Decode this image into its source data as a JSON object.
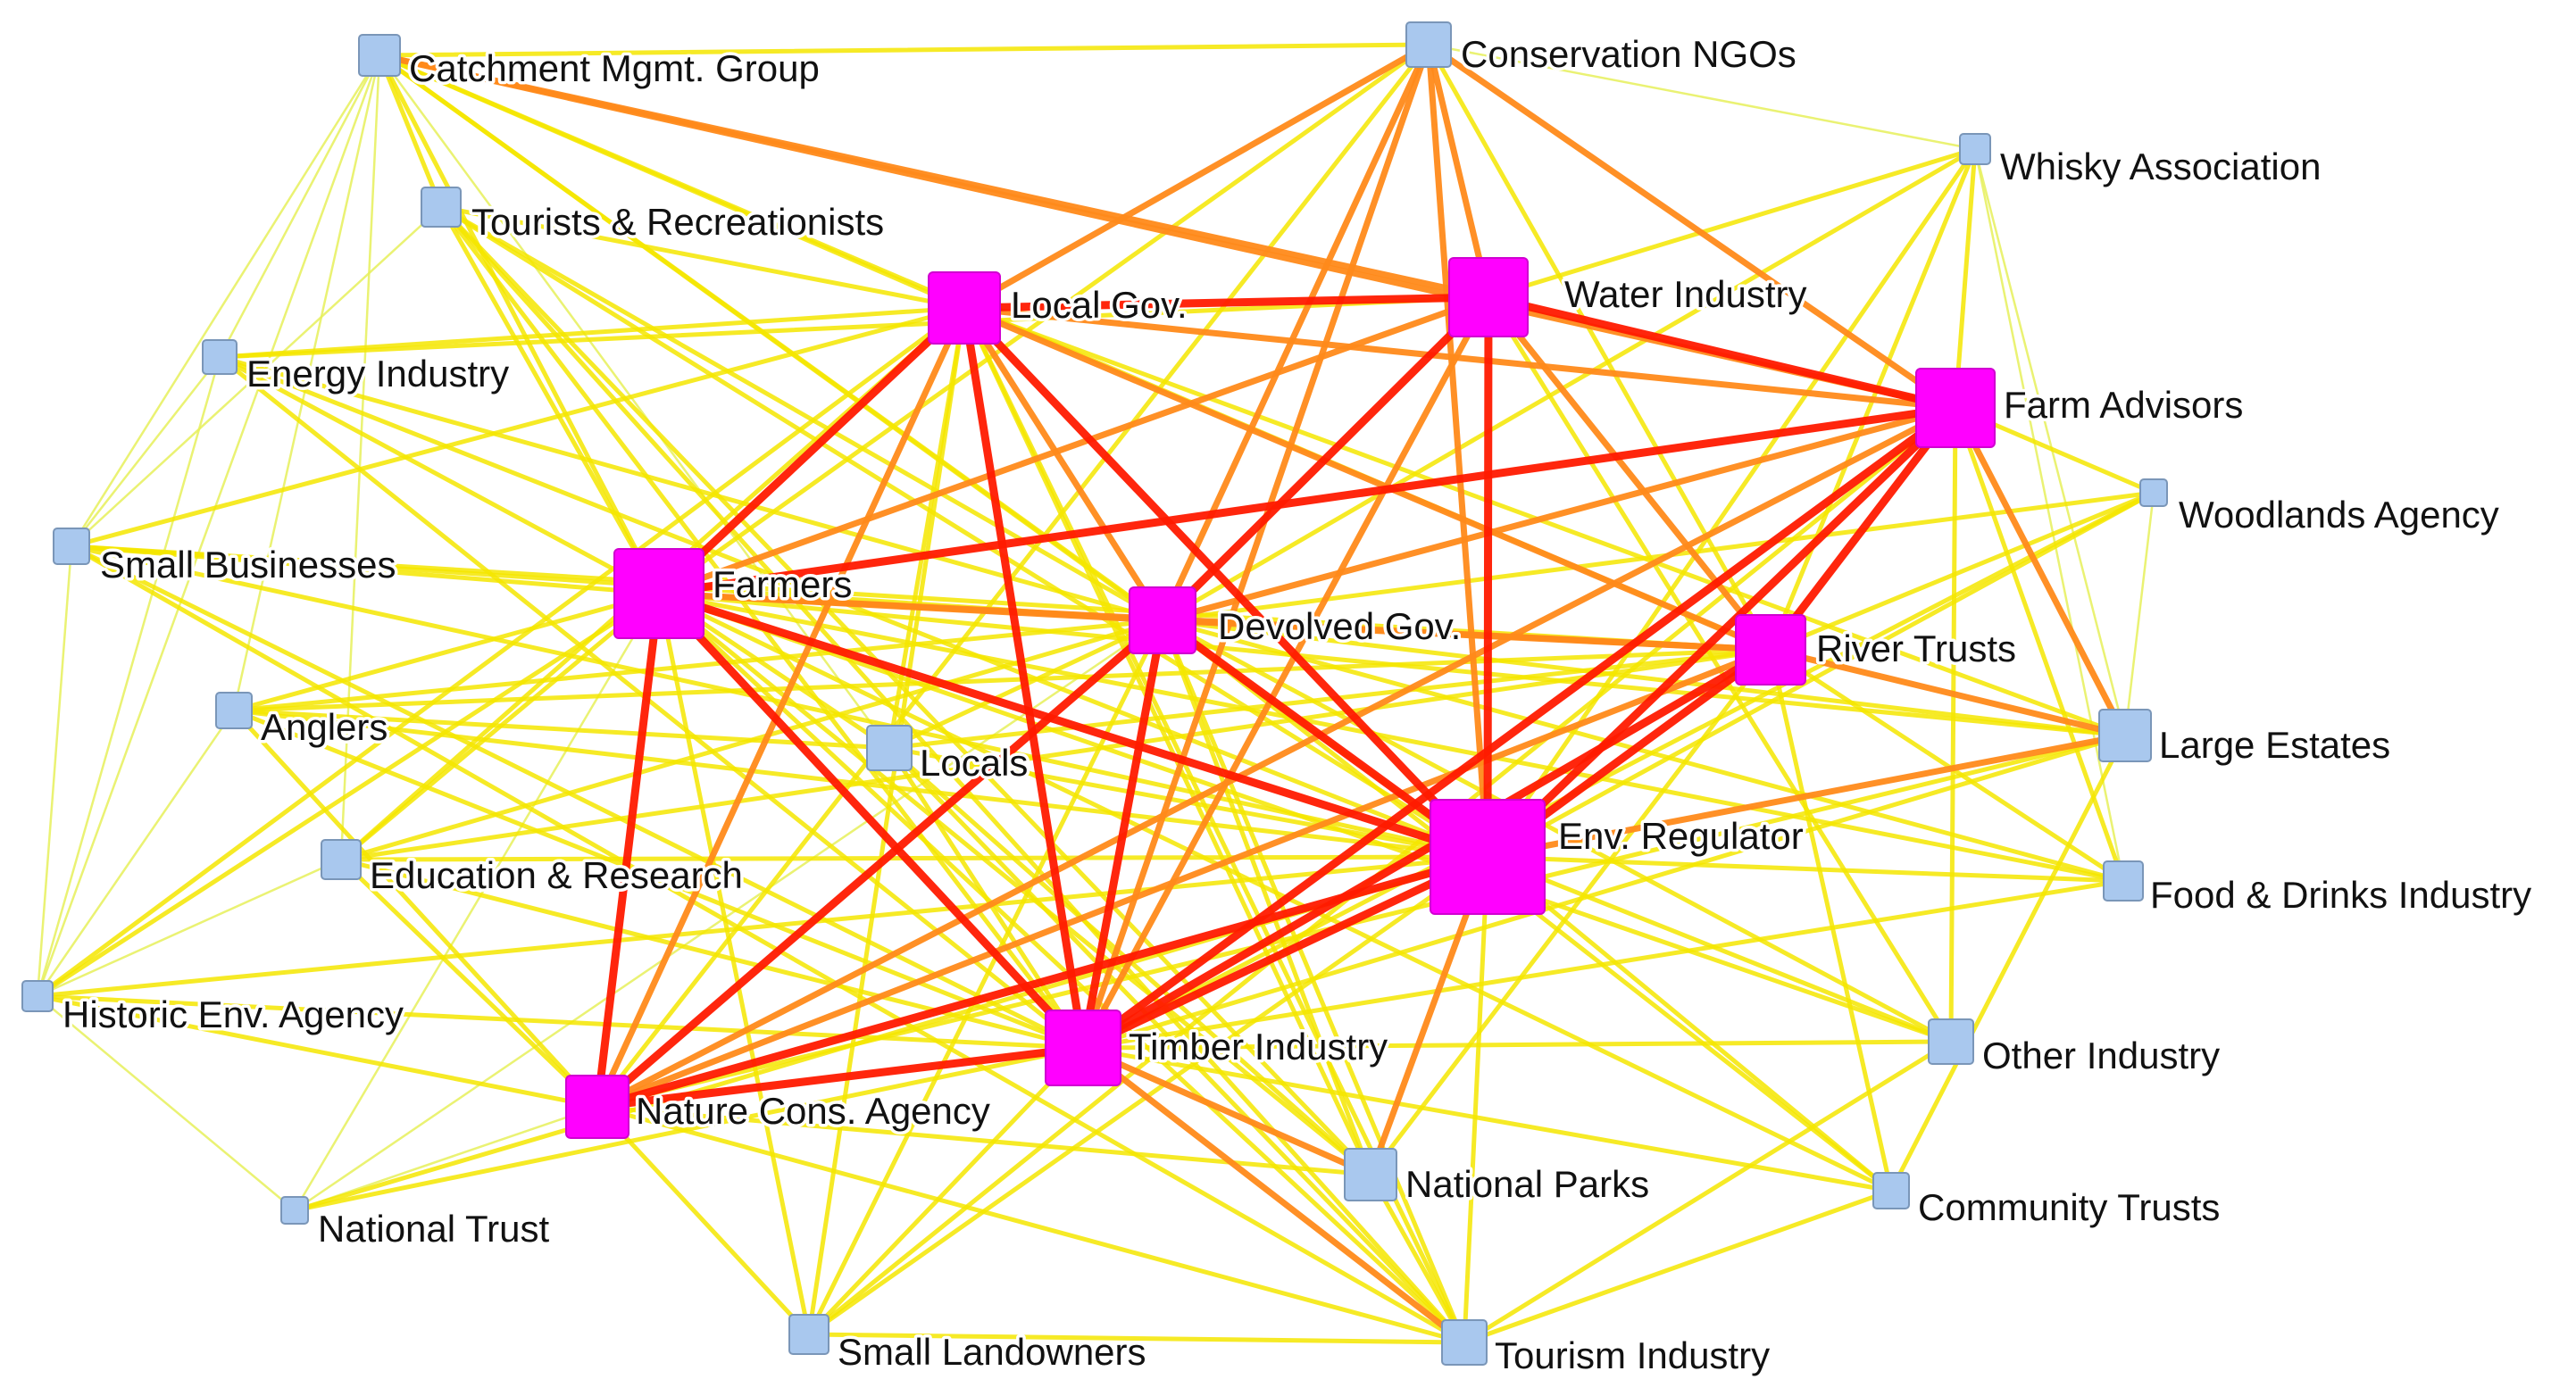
{
  "colors": {
    "core_node": "#ff00ff",
    "peripheral_node": "#a9c8ee",
    "node_border": "#7a96b8",
    "edge_strong": "#ff1a00",
    "edge_medium": "#ff8a1a",
    "edge_light": "#f5e600",
    "edge_faint": "#e6f05a"
  },
  "nodes": [
    {
      "id": "catchment",
      "label": "Catchment Mgmt. Group",
      "group": "peripheral"
    },
    {
      "id": "conservation_ngos",
      "label": "Conservation NGOs",
      "group": "peripheral"
    },
    {
      "id": "whisky",
      "label": "Whisky Association",
      "group": "peripheral"
    },
    {
      "id": "tourists",
      "label": "Tourists & Recreationists",
      "group": "peripheral"
    },
    {
      "id": "local_gov",
      "label": "Local Gov.",
      "group": "core"
    },
    {
      "id": "water_industry",
      "label": "Water Industry",
      "group": "core"
    },
    {
      "id": "energy",
      "label": "Energy Industry",
      "group": "peripheral"
    },
    {
      "id": "farm_advisors",
      "label": "Farm Advisors",
      "group": "core"
    },
    {
      "id": "woodlands",
      "label": "Woodlands Agency",
      "group": "peripheral"
    },
    {
      "id": "small_business",
      "label": "Small Businesses",
      "group": "peripheral"
    },
    {
      "id": "farmers",
      "label": "Farmers",
      "group": "core"
    },
    {
      "id": "devolved_gov",
      "label": "Devolved Gov.",
      "group": "core"
    },
    {
      "id": "river_trusts",
      "label": "River Trusts",
      "group": "core"
    },
    {
      "id": "anglers",
      "label": "Anglers",
      "group": "peripheral"
    },
    {
      "id": "locals",
      "label": "Locals",
      "group": "peripheral"
    },
    {
      "id": "large_estates",
      "label": "Large Estates",
      "group": "peripheral"
    },
    {
      "id": "env_regulator",
      "label": "Env. Regulator",
      "group": "core"
    },
    {
      "id": "education",
      "label": "Education & Research",
      "group": "peripheral"
    },
    {
      "id": "food_drinks",
      "label": "Food & Drinks Industry",
      "group": "peripheral"
    },
    {
      "id": "historic",
      "label": "Historic Env. Agency",
      "group": "peripheral"
    },
    {
      "id": "timber",
      "label": "Timber Industry",
      "group": "core"
    },
    {
      "id": "other_industry",
      "label": "Other Industry",
      "group": "peripheral"
    },
    {
      "id": "nature_cons",
      "label": "Nature Cons. Agency",
      "group": "core"
    },
    {
      "id": "national_parks",
      "label": "National Parks",
      "group": "peripheral"
    },
    {
      "id": "community_trusts",
      "label": "Community Trusts",
      "group": "peripheral"
    },
    {
      "id": "national_trust",
      "label": "National Trust",
      "group": "peripheral"
    },
    {
      "id": "small_landowners",
      "label": "Small Landowners",
      "group": "peripheral"
    },
    {
      "id": "tourism",
      "label": "Tourism  Industry",
      "group": "peripheral"
    }
  ],
  "edges": [
    [
      "env_regulator",
      "local_gov",
      3
    ],
    [
      "env_regulator",
      "water_industry",
      3
    ],
    [
      "env_regulator",
      "farm_advisors",
      3
    ],
    [
      "env_regulator",
      "farmers",
      3
    ],
    [
      "env_regulator",
      "devolved_gov",
      3
    ],
    [
      "env_regulator",
      "river_trusts",
      3
    ],
    [
      "env_regulator",
      "timber",
      3
    ],
    [
      "env_regulator",
      "nature_cons",
      3
    ],
    [
      "local_gov",
      "water_industry",
      3
    ],
    [
      "local_gov",
      "farmers",
      3
    ],
    [
      "local_gov",
      "devolved_gov",
      2
    ],
    [
      "local_gov",
      "timber",
      3
    ],
    [
      "local_gov",
      "farm_advisors",
      2
    ],
    [
      "local_gov",
      "river_trusts",
      2
    ],
    [
      "local_gov",
      "nature_cons",
      2
    ],
    [
      "water_industry",
      "farm_advisors",
      3
    ],
    [
      "water_industry",
      "devolved_gov",
      3
    ],
    [
      "water_industry",
      "river_trusts",
      2
    ],
    [
      "water_industry",
      "farmers",
      2
    ],
    [
      "water_industry",
      "timber",
      2
    ],
    [
      "water_industry",
      "conservation_ngos",
      2
    ],
    [
      "farm_advisors",
      "farmers",
      3
    ],
    [
      "farm_advisors",
      "river_trusts",
      3
    ],
    [
      "farm_advisors",
      "timber",
      3
    ],
    [
      "farm_advisors",
      "devolved_gov",
      2
    ],
    [
      "farm_advisors",
      "large_estates",
      2
    ],
    [
      "farm_advisors",
      "nature_cons",
      2
    ],
    [
      "farmers",
      "devolved_gov",
      2
    ],
    [
      "farmers",
      "timber",
      3
    ],
    [
      "farmers",
      "nature_cons",
      3
    ],
    [
      "farmers",
      "river_trusts",
      2
    ],
    [
      "devolved_gov",
      "timber",
      3
    ],
    [
      "devolved_gov",
      "nature_cons",
      3
    ],
    [
      "devolved_gov",
      "river_trusts",
      2
    ],
    [
      "river_trusts",
      "timber",
      3
    ],
    [
      "river_trusts",
      "nature_cons",
      2
    ],
    [
      "river_trusts",
      "large_estates",
      2
    ],
    [
      "timber",
      "nature_cons",
      3
    ],
    [
      "timber",
      "national_parks",
      2
    ],
    [
      "timber",
      "tourism",
      2
    ],
    [
      "conservation_ngos",
      "env_regulator",
      2
    ],
    [
      "conservation_ngos",
      "local_gov",
      2
    ],
    [
      "conservation_ngos",
      "farm_advisors",
      2
    ],
    [
      "conservation_ngos",
      "devolved_gov",
      2
    ],
    [
      "conservation_ngos",
      "timber",
      2
    ],
    [
      "conservation_ngos",
      "river_trusts",
      1
    ],
    [
      "conservation_ngos",
      "farmers",
      1
    ],
    [
      "conservation_ngos",
      "nature_cons",
      1
    ],
    [
      "conservation_ngos",
      "catchment",
      1
    ],
    [
      "catchment",
      "water_industry",
      2
    ],
    [
      "catchment",
      "farm_advisors",
      2
    ],
    [
      "catchment",
      "local_gov",
      1
    ],
    [
      "catchment",
      "farmers",
      1
    ],
    [
      "catchment",
      "devolved_gov",
      1
    ],
    [
      "catchment",
      "env_regulator",
      1
    ],
    [
      "catchment",
      "tourists",
      1
    ],
    [
      "catchment",
      "energy",
      0
    ],
    [
      "catchment",
      "small_business",
      0
    ],
    [
      "catchment",
      "historic",
      0
    ],
    [
      "catchment",
      "anglers",
      0
    ],
    [
      "catchment",
      "education",
      0
    ],
    [
      "catchment",
      "locals",
      0
    ],
    [
      "catchment",
      "river_trusts",
      1
    ],
    [
      "tourists",
      "env_regulator",
      1
    ],
    [
      "tourists",
      "national_parks",
      1
    ],
    [
      "tourists",
      "local_gov",
      1
    ],
    [
      "tourists",
      "tourism",
      1
    ],
    [
      "tourists",
      "farmers",
      1
    ],
    [
      "tourists",
      "timber",
      1
    ],
    [
      "tourists",
      "small_business",
      0
    ],
    [
      "tourists",
      "devolved_gov",
      1
    ],
    [
      "energy",
      "env_regulator",
      1
    ],
    [
      "energy",
      "devolved_gov",
      1
    ],
    [
      "energy",
      "farmers",
      1
    ],
    [
      "energy",
      "water_industry",
      1
    ],
    [
      "energy",
      "small_business",
      0
    ],
    [
      "energy",
      "historic",
      0
    ],
    [
      "energy",
      "local_gov",
      1
    ],
    [
      "energy",
      "timber",
      1
    ],
    [
      "small_business",
      "env_regulator",
      1
    ],
    [
      "small_business",
      "local_gov",
      1
    ],
    [
      "small_business",
      "farmers",
      1
    ],
    [
      "small_business",
      "devolved_gov",
      1
    ],
    [
      "small_business",
      "tourism",
      1
    ],
    [
      "small_business",
      "historic",
      0
    ],
    [
      "small_business",
      "river_trusts",
      1
    ],
    [
      "small_business",
      "timber",
      1
    ],
    [
      "anglers",
      "river_trusts",
      1
    ],
    [
      "anglers",
      "env_regulator",
      1
    ],
    [
      "anglers",
      "farmers",
      1
    ],
    [
      "anglers",
      "devolved_gov",
      1
    ],
    [
      "anglers",
      "timber",
      1
    ],
    [
      "anglers",
      "locals",
      1
    ],
    [
      "anglers",
      "historic",
      0
    ],
    [
      "anglers",
      "nature_cons",
      1
    ],
    [
      "locals",
      "env_regulator",
      1
    ],
    [
      "locals",
      "local_gov",
      1
    ],
    [
      "locals",
      "farmers",
      1
    ],
    [
      "locals",
      "devolved_gov",
      1
    ],
    [
      "locals",
      "timber",
      1
    ],
    [
      "locals",
      "river_trusts",
      1
    ],
    [
      "locals",
      "national_parks",
      1
    ],
    [
      "locals",
      "tourism",
      1
    ],
    [
      "education",
      "env_regulator",
      1
    ],
    [
      "education",
      "farmers",
      1
    ],
    [
      "education",
      "nature_cons",
      1
    ],
    [
      "education",
      "timber",
      1
    ],
    [
      "education",
      "river_trusts",
      1
    ],
    [
      "education",
      "historic",
      0
    ],
    [
      "education",
      "devolved_gov",
      1
    ],
    [
      "education",
      "local_gov",
      1
    ],
    [
      "historic",
      "env_regulator",
      1
    ],
    [
      "historic",
      "nature_cons",
      1
    ],
    [
      "historic",
      "timber",
      1
    ],
    [
      "historic",
      "national_trust",
      0
    ],
    [
      "historic",
      "farmers",
      1
    ],
    [
      "historic",
      "local_gov",
      1
    ],
    [
      "national_trust",
      "nature_cons",
      0
    ],
    [
      "national_trust",
      "env_regulator",
      1
    ],
    [
      "national_trust",
      "timber",
      1
    ],
    [
      "national_trust",
      "farmers",
      0
    ],
    [
      "national_trust",
      "devolved_gov",
      0
    ],
    [
      "small_landowners",
      "env_regulator",
      1
    ],
    [
      "small_landowners",
      "timber",
      1
    ],
    [
      "small_landowners",
      "nature_cons",
      1
    ],
    [
      "small_landowners",
      "farmers",
      1
    ],
    [
      "small_landowners",
      "devolved_gov",
      1
    ],
    [
      "small_landowners",
      "farm_advisors",
      1
    ],
    [
      "small_landowners",
      "tourism",
      1
    ],
    [
      "small_landowners",
      "local_gov",
      1
    ],
    [
      "tourism",
      "env_regulator",
      1
    ],
    [
      "tourism",
      "national_parks",
      1
    ],
    [
      "tourism",
      "local_gov",
      1
    ],
    [
      "tourism",
      "devolved_gov",
      1
    ],
    [
      "tourism",
      "farmers",
      1
    ],
    [
      "tourism",
      "community_trusts",
      1
    ],
    [
      "tourism",
      "other_industry",
      1
    ],
    [
      "tourism",
      "nature_cons",
      1
    ],
    [
      "national_parks",
      "env_regulator",
      2
    ],
    [
      "national_parks",
      "nature_cons",
      1
    ],
    [
      "national_parks",
      "farmers",
      1
    ],
    [
      "national_parks",
      "devolved_gov",
      1
    ],
    [
      "national_parks",
      "local_gov",
      1
    ],
    [
      "national_parks",
      "river_trusts",
      1
    ],
    [
      "community_trusts",
      "env_regulator",
      1
    ],
    [
      "community_trusts",
      "timber",
      1
    ],
    [
      "community_trusts",
      "river_trusts",
      1
    ],
    [
      "community_trusts",
      "devolved_gov",
      1
    ],
    [
      "community_trusts",
      "large_estates",
      1
    ],
    [
      "community_trusts",
      "farmers",
      1
    ],
    [
      "other_industry",
      "env_regulator",
      1
    ],
    [
      "other_industry",
      "timber",
      1
    ],
    [
      "other_industry",
      "devolved_gov",
      1
    ],
    [
      "other_industry",
      "farmers",
      1
    ],
    [
      "other_industry",
      "water_industry",
      1
    ],
    [
      "other_industry",
      "farm_advisors",
      1
    ],
    [
      "food_drinks",
      "env_regulator",
      1
    ],
    [
      "food_drinks",
      "river_trusts",
      1
    ],
    [
      "food_drinks",
      "farm_advisors",
      1
    ],
    [
      "food_drinks",
      "timber",
      1
    ],
    [
      "food_drinks",
      "farmers",
      1
    ],
    [
      "food_drinks",
      "devolved_gov",
      1
    ],
    [
      "food_drinks",
      "whisky",
      0
    ],
    [
      "large_estates",
      "env_regulator",
      2
    ],
    [
      "large_estates",
      "farmers",
      1
    ],
    [
      "large_estates",
      "timber",
      1
    ],
    [
      "large_estates",
      "devolved_gov",
      1
    ],
    [
      "large_estates",
      "nature_cons",
      1
    ],
    [
      "large_estates",
      "local_gov",
      1
    ],
    [
      "woodlands",
      "farm_advisors",
      1
    ],
    [
      "woodlands",
      "timber",
      1
    ],
    [
      "woodlands",
      "env_regulator",
      1
    ],
    [
      "woodlands",
      "river_trusts",
      1
    ],
    [
      "woodlands",
      "large_estates",
      0
    ],
    [
      "woodlands",
      "devolved_gov",
      1
    ],
    [
      "whisky",
      "water_industry",
      1
    ],
    [
      "whisky",
      "farm_advisors",
      1
    ],
    [
      "whisky",
      "env_regulator",
      1
    ],
    [
      "whisky",
      "river_trusts",
      1
    ],
    [
      "whisky",
      "devolved_gov",
      1
    ],
    [
      "whisky",
      "conservation_ngos",
      0
    ],
    [
      "whisky",
      "large_estates",
      0
    ]
  ]
}
